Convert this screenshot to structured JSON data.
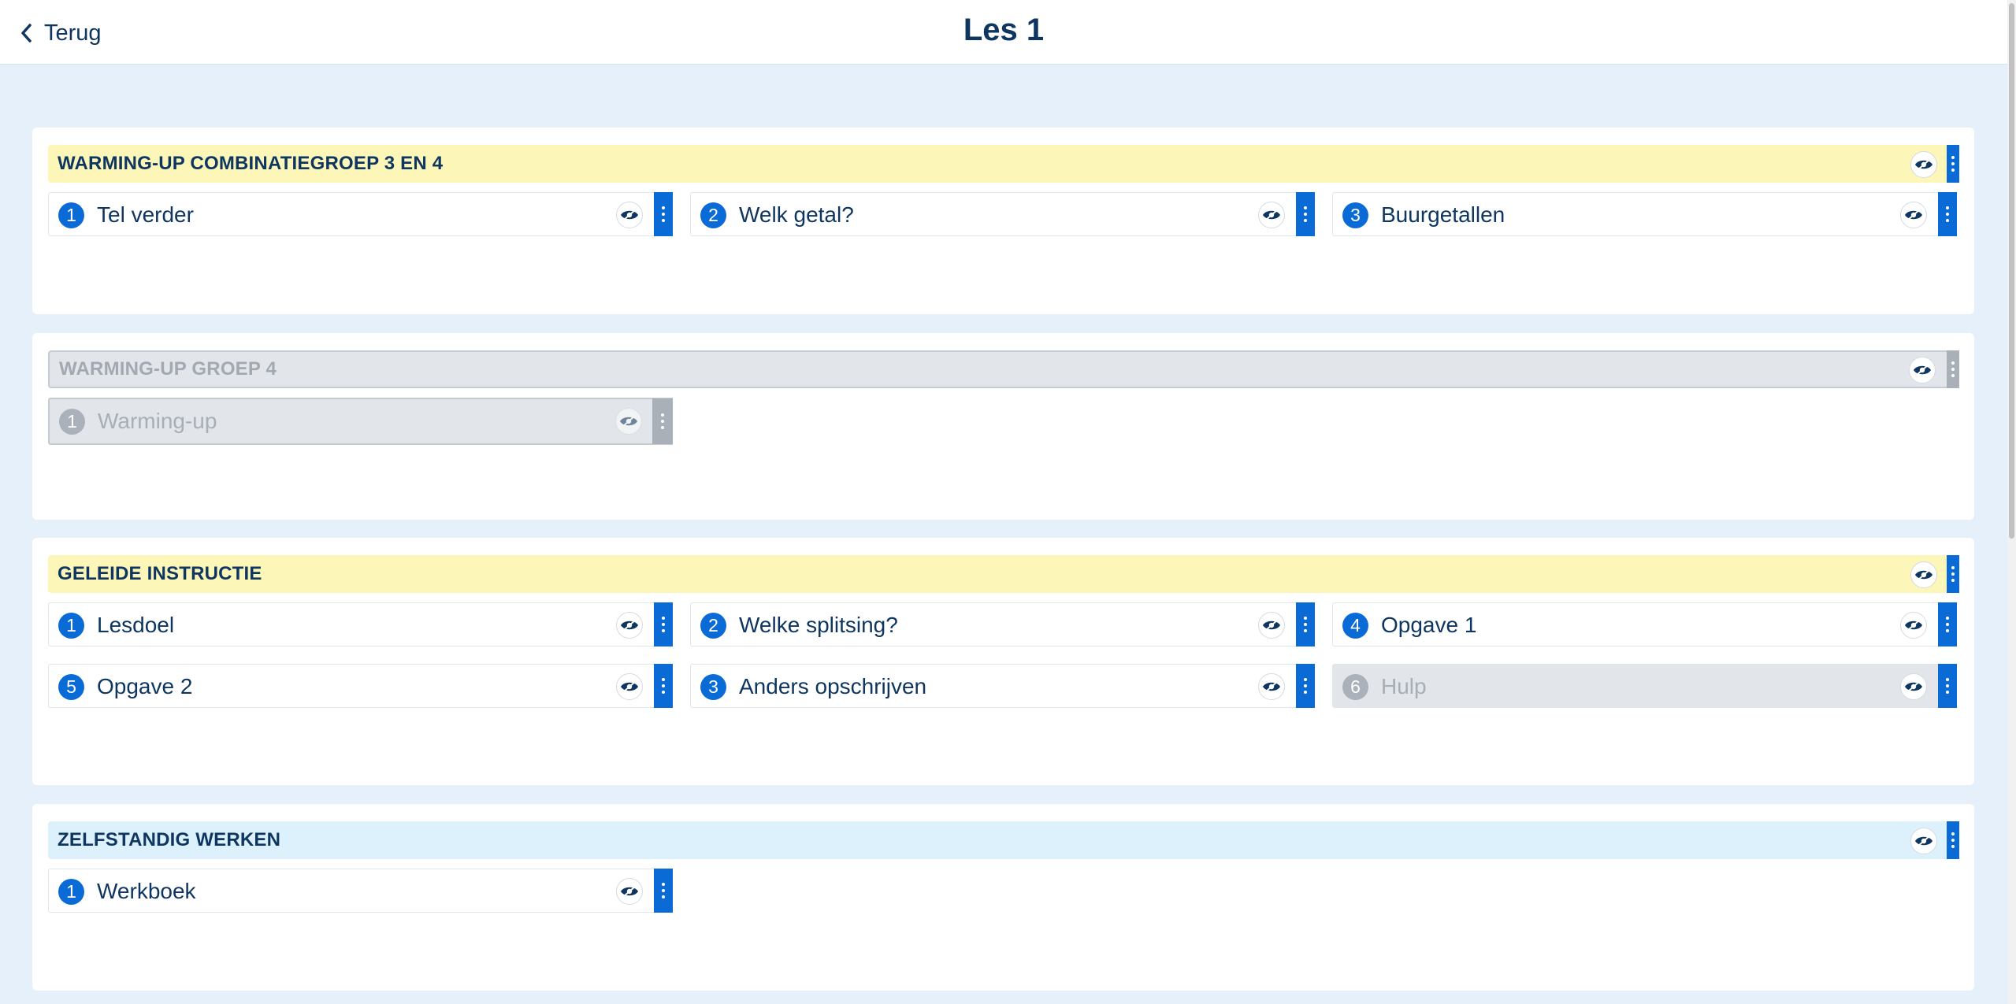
{
  "header": {
    "back_label": "Terug",
    "title": "Les 1"
  },
  "icons": {
    "back": "chevron-left-icon",
    "visibility": "eye-slash-icon",
    "menu": "kebab-menu-icon"
  },
  "colors": {
    "primary": "#0b6bd6",
    "text": "#0e3660",
    "header_yellow": "#fcf6b8",
    "header_blue": "#dcf1fc",
    "disabled_grey": "#e2e5ea",
    "background": "#e6f0fa"
  },
  "sections": [
    {
      "title": "WARMING-UP COMBINATIEGROEP 3 EN 4",
      "state": "active",
      "cards": [
        {
          "number": "1",
          "title": "Tel verder",
          "state": "active"
        },
        {
          "number": "2",
          "title": "Welk getal?",
          "state": "active"
        },
        {
          "number": "3",
          "title": "Buurgetallen",
          "state": "active"
        }
      ]
    },
    {
      "title": "WARMING-UP GROEP 4",
      "state": "disabled",
      "cards": [
        {
          "number": "1",
          "title": "Warming-up",
          "state": "disabled"
        }
      ]
    },
    {
      "title": "GELEIDE INSTRUCTIE",
      "state": "active",
      "cards": [
        {
          "number": "1",
          "title": "Lesdoel",
          "state": "active"
        },
        {
          "number": "2",
          "title": "Welke splitsing?",
          "state": "active"
        },
        {
          "number": "4",
          "title": "Opgave 1",
          "state": "active"
        },
        {
          "number": "5",
          "title": "Opgave 2",
          "state": "active"
        },
        {
          "number": "3",
          "title": "Anders opschrijven",
          "state": "active"
        },
        {
          "number": "6",
          "title": "Hulp",
          "state": "dimmed"
        }
      ]
    },
    {
      "title": "ZELFSTANDIG WERKEN",
      "state": "active",
      "cards": [
        {
          "number": "1",
          "title": "Werkboek",
          "state": "active"
        }
      ]
    }
  ]
}
